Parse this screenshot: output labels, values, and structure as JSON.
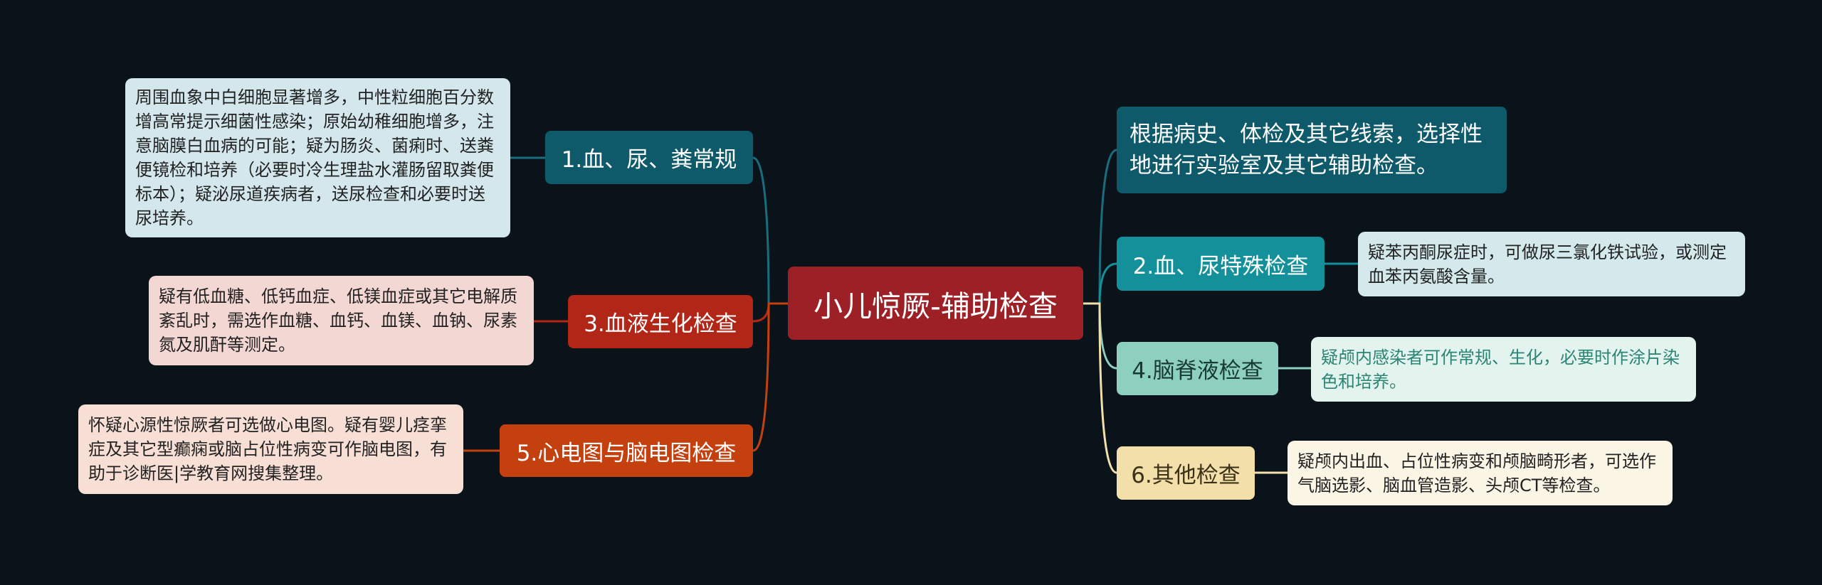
{
  "center": {
    "title": "小儿惊厥-辅助检查"
  },
  "branches": {
    "intro": {
      "label": "根据病史、体检及其它线索，选择性地进行实验室及其它辅助检查。"
    },
    "b1": {
      "label": "1.血、尿、粪常规",
      "detail": "周围血象中白细胞显著增多，中性粒细胞百分数增高常提示细菌性感染；原始幼稚细胞增多，注意脑膜白血病的可能；疑为肠炎、菌痢时、送粪便镜检和培养（必要时冷生理盐水灌肠留取粪便标本）；疑泌尿道疾病者，送尿检查和必要时送尿培养。"
    },
    "b2": {
      "label": "2.血、尿特殊检查",
      "detail": "疑苯丙酮尿症时，可做尿三氯化铁试验，或测定血苯丙氨酸含量。"
    },
    "b3": {
      "label": "3.血液生化检查",
      "detail": "疑有低血糖、低钙血症、低镁血症或其它电解质紊乱时，需选作血糖、血钙、血镁、血钠、尿素氮及肌酐等测定。"
    },
    "b4": {
      "label": "4.脑脊液检查",
      "detail": "疑颅内感染者可作常规、生化，必要时作涂片染色和培养。"
    },
    "b5": {
      "label": "5.心电图与脑电图检查",
      "detail": "怀疑心源性惊厥者可选做心电图。疑有婴儿痉挛症及其它型癫痫或脑占位性病变可作脑电图，有助于诊断医|学教育网搜集整理。"
    },
    "b6": {
      "label": "6.其他检查",
      "detail": "疑颅内出血、占位性病变和颅脑畸形者，可选作气脑选影、脑血管造影、头颅CT等检查。"
    }
  },
  "colors": {
    "background": "#0a1319",
    "center": "#9d2026",
    "b1": "#0e5a6a",
    "b2": "#13909a",
    "b3": "#b12617",
    "b4": "#8ed0c0",
    "b5": "#c4410f",
    "b6": "#f2dfaa"
  }
}
